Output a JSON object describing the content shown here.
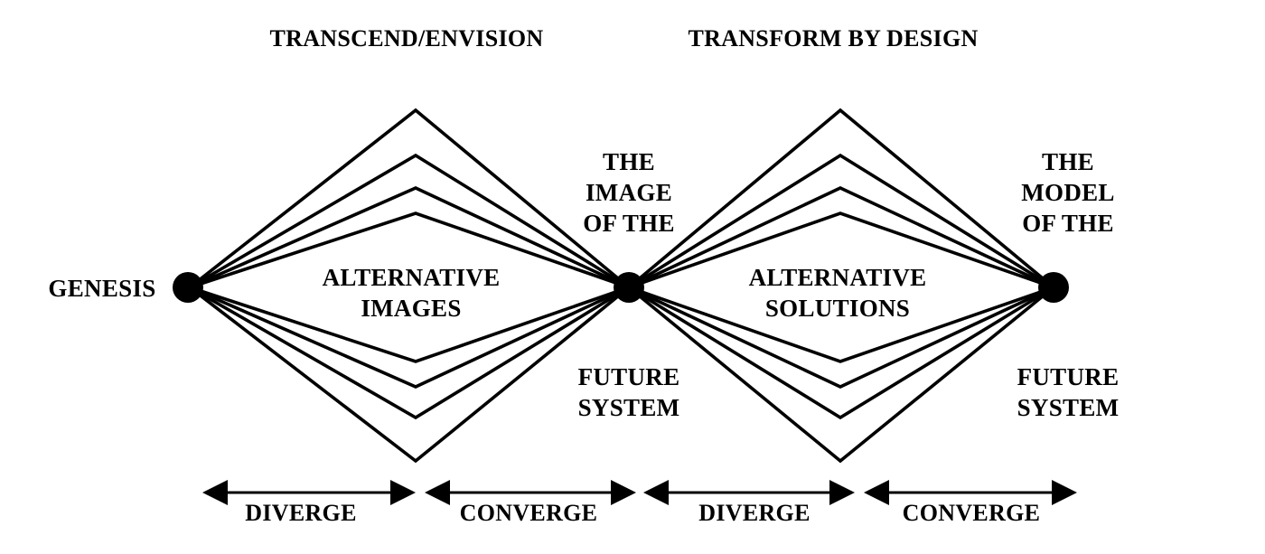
{
  "titles": {
    "left": "TRANSCEND/ENVISION",
    "right": "TRANSFORM BY DESIGN"
  },
  "nodes": {
    "start": "GENESIS",
    "middle_top": [
      "THE",
      "IMAGE",
      "OF THE"
    ],
    "middle_bottom": [
      "FUTURE",
      "SYSTEM"
    ],
    "end_top": [
      "THE",
      "MODEL",
      "OF THE"
    ],
    "end_bottom": [
      "FUTURE",
      "SYSTEM"
    ]
  },
  "centers": {
    "left": [
      "ALTERNATIVE",
      "IMAGES"
    ],
    "right": [
      "ALTERNATIVE",
      "SOLUTIONS"
    ]
  },
  "phases": [
    "DIVERGE",
    "CONVERGE",
    "DIVERGE",
    "CONVERGE"
  ],
  "colors": {
    "ink": "#000000",
    "background": "#ffffff"
  }
}
